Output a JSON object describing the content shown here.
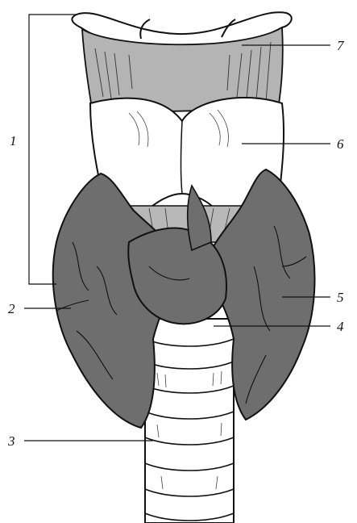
{
  "labels": {
    "l1": "1",
    "l2": "2",
    "l3": "3",
    "l4": "4",
    "l5": "5",
    "l6": "6",
    "l7": "7"
  },
  "colors": {
    "gland": "#6f6f6f",
    "cartilage": "#ffffff",
    "membrane": "#a9a9a9",
    "outline": "#111111"
  }
}
